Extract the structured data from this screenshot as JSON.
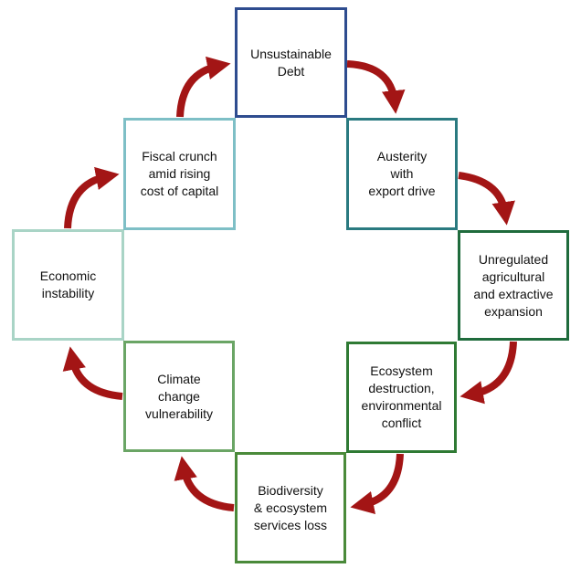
{
  "boxes": {
    "debt": {
      "label": "Unsustainable\nDebt",
      "color": "#2E4C8F"
    },
    "austerity": {
      "label": "Austerity\nwith\nexport drive",
      "color": "#2A7A80"
    },
    "agri": {
      "label": "Unregulated\nagricultural\nand  extractive\nexpansion",
      "color": "#1F6B3C"
    },
    "eco": {
      "label": "Ecosystem\ndestruction,\nenvironmental\nconflict",
      "color": "#2F7A34"
    },
    "bio": {
      "label": "Biodiversity\n& ecosystem\nservices loss",
      "color": "#4A8A3A"
    },
    "climate": {
      "label": "Climate\nchange\nvulnerability",
      "color": "#6AA565"
    },
    "econ": {
      "label": "Economic\ninstability",
      "color": "#A9D4C6"
    },
    "fiscal": {
      "label": "Fiscal crunch\namid rising\ncost of capital",
      "color": "#7EBFC6"
    }
  },
  "arrow_color": "#A31515"
}
